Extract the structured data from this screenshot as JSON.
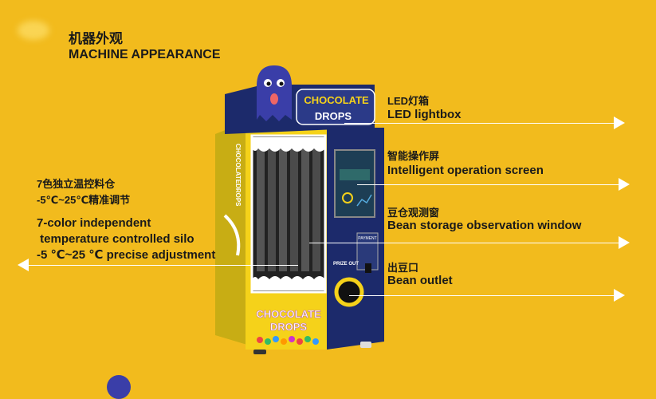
{
  "header": {
    "title_cn": "机器外观",
    "title_en": "MACHINE APPEARANCE"
  },
  "labels": {
    "lightbox": {
      "cn": "LED灯箱",
      "en": "LED lightbox"
    },
    "screen": {
      "cn": "智能操作屏",
      "en": "Intelligent operation screen"
    },
    "window": {
      "cn": "豆仓观测窗",
      "en": "Bean storage observation window"
    },
    "outlet": {
      "cn": "出豆口",
      "en": "Bean outlet"
    }
  },
  "left_label": {
    "cn_line1": "7色独立温控料仓",
    "cn_line2": "-5℃~25℃精准调节",
    "en_line1": "7-color independent",
    "en_line2": " temperature controlled silo",
    "en_line3": "-5 ℃~25 ℃ precise adjustment"
  },
  "machine": {
    "lightbox_line1": "CHOCOLATE",
    "lightbox_line2": "DROPS",
    "front_line1": "CHOCOLATE",
    "front_line2": "DROPS",
    "side_text": "CHOCOLATEDROPS",
    "prize_label": "PRIZE OUT",
    "payment_label": "PAYMENT"
  },
  "colors": {
    "background": "#f2bb1d",
    "machine_yellow": "#f5d21a",
    "machine_navy": "#1c2a6b",
    "arrow": "#ffffff"
  }
}
